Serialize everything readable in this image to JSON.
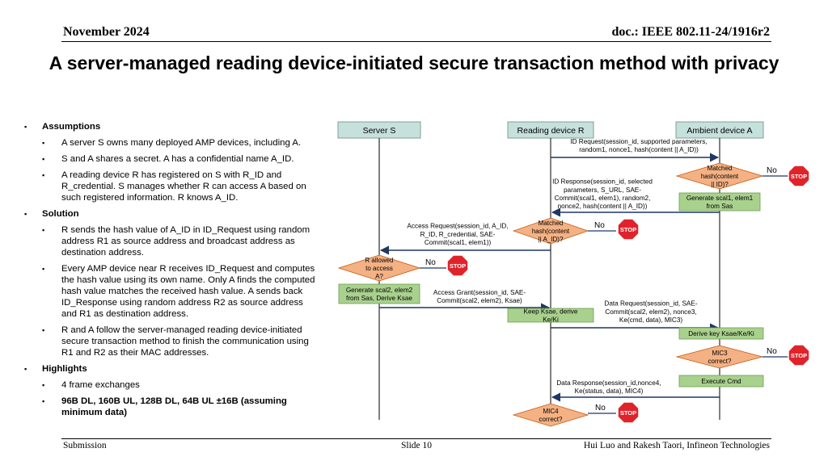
{
  "header": {
    "date": "November 2024",
    "doc": "doc.: IEEE 802.11-24/1916r2"
  },
  "title": "A server-managed reading device-initiated secure transaction method with privacy",
  "bullets": {
    "assumptions": "Assumptions",
    "assumption_items": [
      "A server S owns many deployed AMP devices, including A.",
      "S and A shares a secret. A has a confidential name A_ID.",
      "A reading device R has registered on S with R_ID and R_credential. S manages whether R can access A based on such registered information. R knows A_ID."
    ],
    "solution": "Solution",
    "solution_items": [
      "R sends the hash value of A_ID in ID_Request using random address R1 as source address and broadcast address as destination address.",
      "Every AMP device near R receives ID_Request and computes the hash value using its own name. Only A finds the computed hash value matches the received hash value. A sends back ID_Response using random address R2 as source address and R1 as destination address.",
      "R and A follow the server-managed reading device-initiated secure transaction method to finish the communication using R1 and R2 as their MAC addresses."
    ],
    "highlights": "Highlights",
    "highlight_items": [
      "4 frame exchanges",
      "96B DL, 160B UL, 128B DL, 64B UL ±16B (assuming minimum data)"
    ]
  },
  "diagram": {
    "entities": {
      "server": "Server S",
      "reader": "Reading device R",
      "ambient": "Ambient device A"
    },
    "messages": {
      "id_request": [
        "ID Request(session_id,  supported  parameters,",
        "random1,  nonce1, hash(content  || A_ID))"
      ],
      "id_response": [
        "ID Response(session_id,  selected",
        "parameters,  S_URL,  SAE-",
        "Commit(scal1,  elem1),  random2,",
        "nonce2,  hash(content  || A_ID))"
      ],
      "access_request": [
        "Access Request(session_id,  A_ID,",
        "R_ID,  R_credential,  SAE-",
        "Commit(scal1,  elem1))"
      ],
      "access_grant": [
        "Access Grant(session_id,  SAE-",
        "Commit(scal2,  elem2),  Ksae)"
      ],
      "data_request": [
        "Data Request(session_id,  SAE-",
        "Commit(scal2,  elem2),  nonce3,",
        "Ke(cmd,  data),  MIC3)"
      ],
      "data_response": [
        "Data Response(session_id,nonce4,",
        "Ke(status,  data),  MIC4)"
      ]
    },
    "decisions": {
      "a_match": [
        "Matched",
        "hash(content",
        "|| ID)?"
      ],
      "r_match": [
        "Matched",
        "hash(content",
        "|| A_ID)?"
      ],
      "s_allowed": [
        "R allowed",
        "to access",
        "A?"
      ],
      "a_mic3": [
        "MIC3",
        "correct?"
      ],
      "r_mic4": [
        "MIC4",
        "correct?"
      ]
    },
    "processes": {
      "a_generate": [
        "Generate  scal1,  elem1",
        "from Sas"
      ],
      "s_generate": [
        "Generate  scal2,  elem2",
        "from Sas,  Derive Ksae"
      ],
      "r_keep": [
        "Keep Ksae,  derive",
        "Ke/Ki"
      ],
      "a_derive": [
        "Derive key Ksae/Ke/Ki"
      ],
      "a_execute": [
        "Execute  Cmd"
      ]
    },
    "no_label": "No",
    "stop_label": "STOP",
    "colors": {
      "lifeline_box": "#c6e0dc",
      "process_box": "#a9d18e",
      "decision": "#f4b183",
      "stop": "#e0232a"
    }
  },
  "footer": {
    "left": "Submission",
    "center": "Slide 10",
    "right": "Hui Luo and Rakesh Taori, Infineon Technologies"
  }
}
